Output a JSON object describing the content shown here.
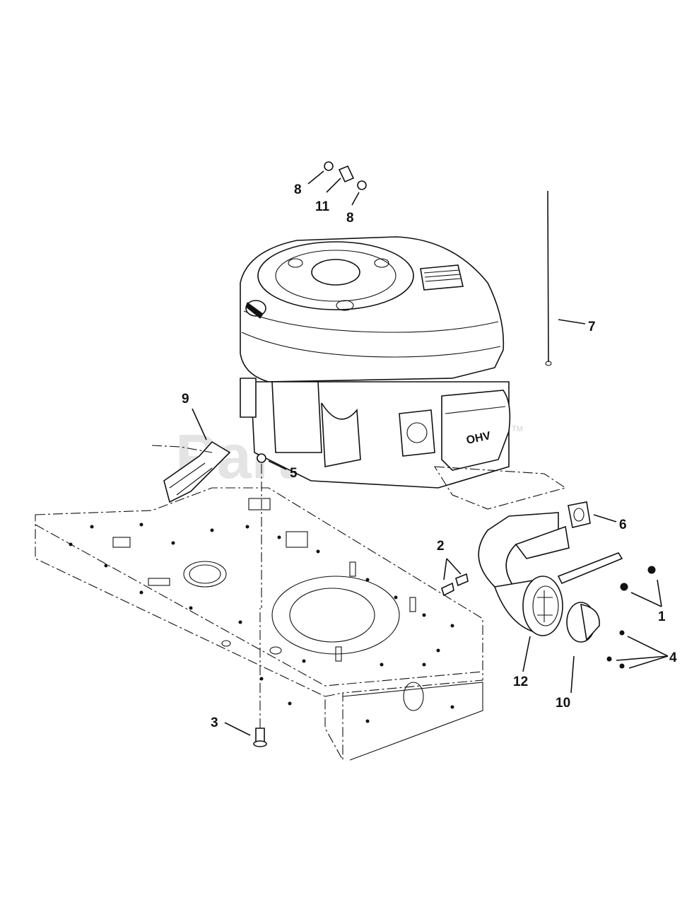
{
  "diagram": {
    "watermark": "PartsTree",
    "watermark_mark": "TM",
    "engine_label": "OHV",
    "callouts": [
      {
        "id": "c1",
        "text": "1"
      },
      {
        "id": "c2",
        "text": "2"
      },
      {
        "id": "c3",
        "text": "3"
      },
      {
        "id": "c4",
        "text": "4"
      },
      {
        "id": "c5",
        "text": "5"
      },
      {
        "id": "c6",
        "text": "6"
      },
      {
        "id": "c7",
        "text": "7"
      },
      {
        "id": "c8a",
        "text": "8"
      },
      {
        "id": "c8b",
        "text": "8"
      },
      {
        "id": "c9",
        "text": "9"
      },
      {
        "id": "c10",
        "text": "10"
      },
      {
        "id": "c11",
        "text": "11"
      },
      {
        "id": "c12",
        "text": "12"
      }
    ]
  }
}
